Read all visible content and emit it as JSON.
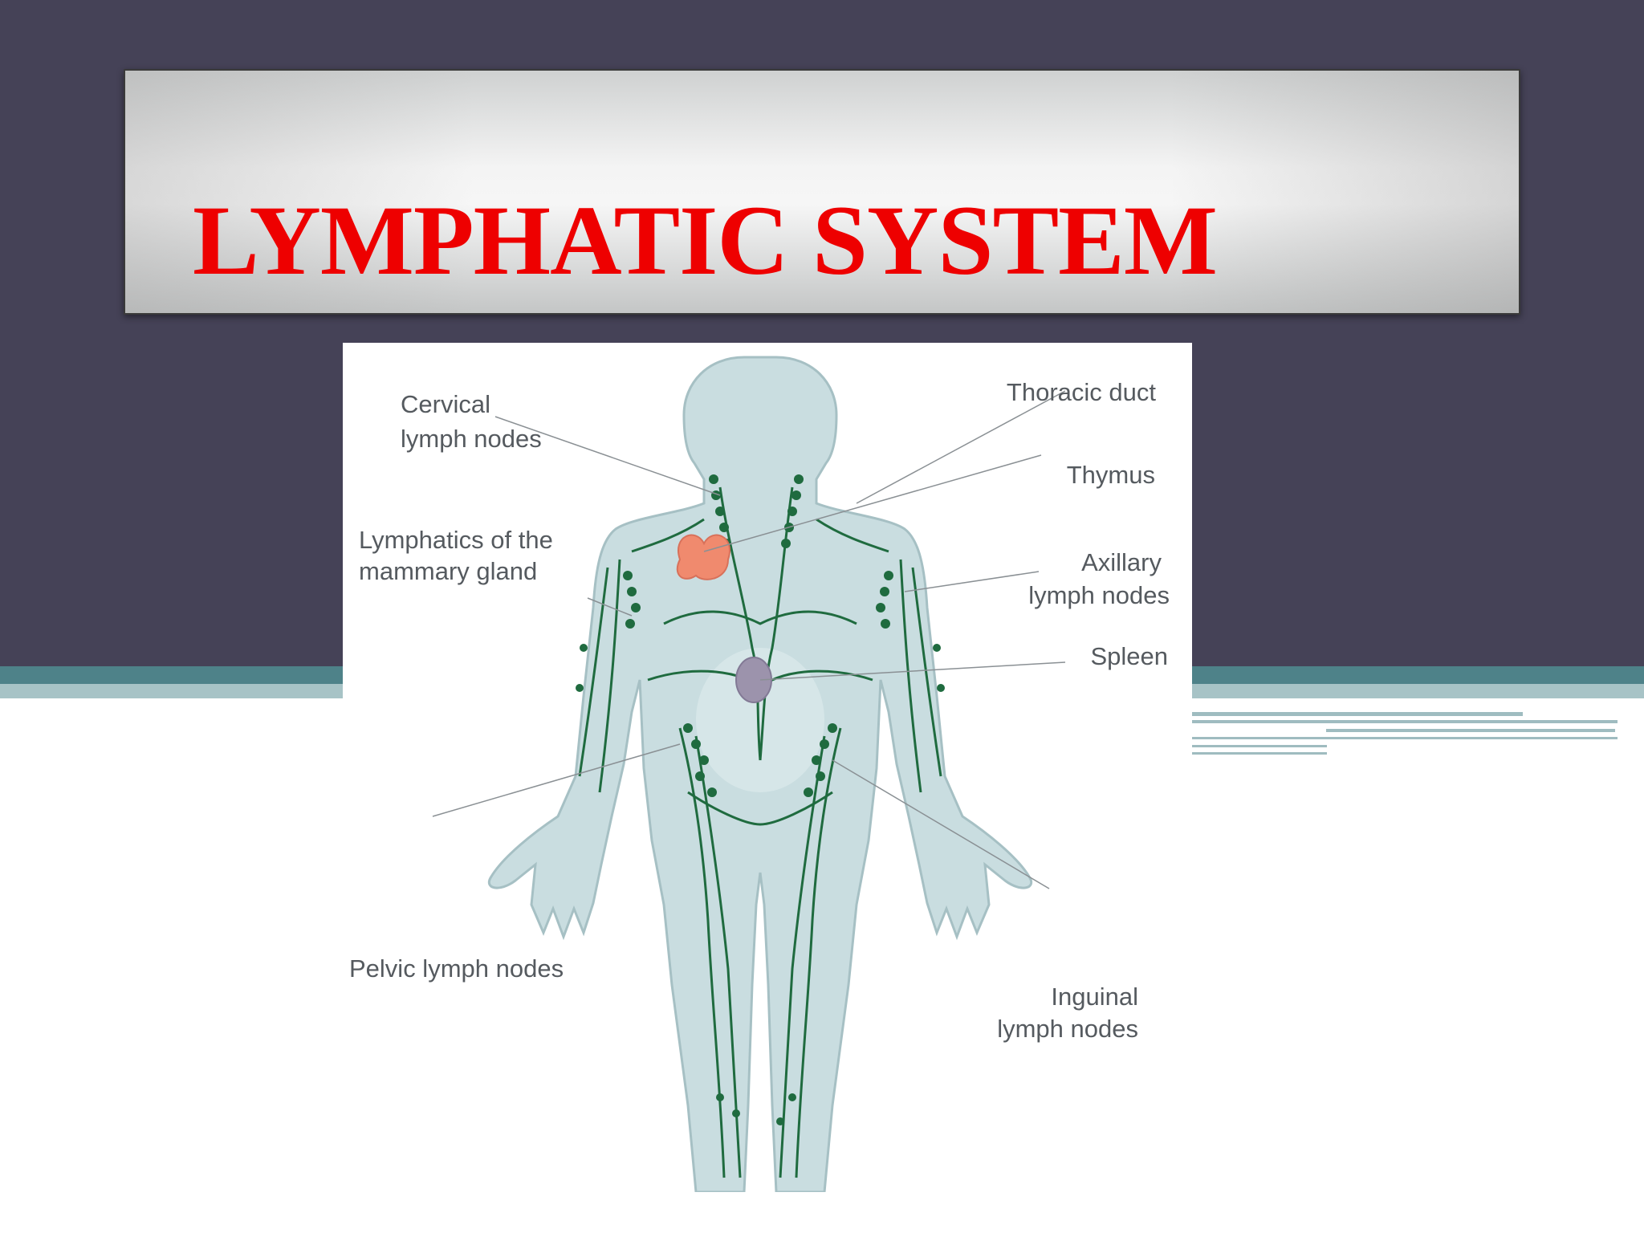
{
  "slide": {
    "title": "LYMPHATIC SYSTEM"
  },
  "diagram": {
    "labels": {
      "cervical_line1": "Cervical",
      "cervical_line2": "lymph nodes",
      "mammary_line1": "Lymphatics of the",
      "mammary_line2": "mammary gland",
      "pelvic": "Pelvic lymph nodes",
      "thoracic_duct": "Thoracic duct",
      "thymus": "Thymus",
      "axillary_line1": "Axillary",
      "axillary_line2": "lymph nodes",
      "spleen": "Spleen",
      "inguinal_line1": "Inguinal",
      "inguinal_line2": "lymph nodes"
    }
  },
  "colors": {
    "background_top": "#454257",
    "title_red": "#ee0000",
    "teal_band": "#4e8289",
    "body_fill": "#c9dde0",
    "lymph_green": "#1f6b3f",
    "thymus": "#f08a6e",
    "spleen": "#9c93ac"
  }
}
